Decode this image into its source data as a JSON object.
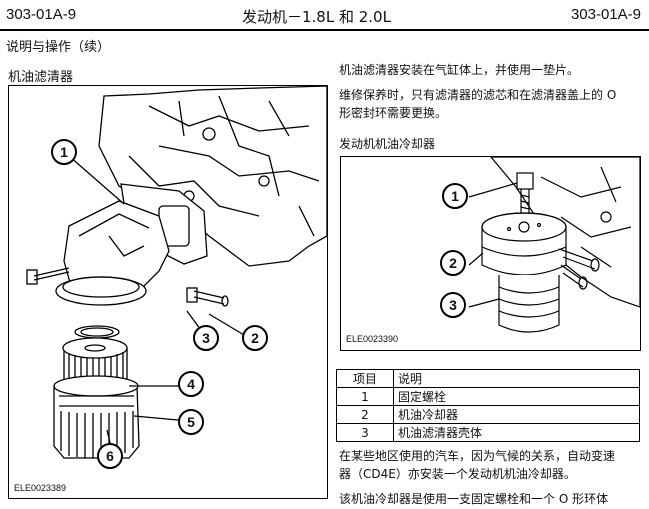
{
  "header": {
    "left_code": "303-01A-9",
    "center_title": "发动机－1.8L 和 2.0L",
    "right_code": "303-01A-9"
  },
  "section_title": "说明与操作（续）",
  "left_figure": {
    "heading": "机油滤清器",
    "image_id": "ELE0023389",
    "callouts": [
      "1",
      "2",
      "3",
      "4",
      "5",
      "6"
    ]
  },
  "right_text": {
    "para1": "机油滤清器安装在气缸体上，并使用一垫片。",
    "para2_line1": "维修保养时，只有滤清器的滤芯和在滤清器盖上的 O",
    "para2_line2": "形密封环需要更换。",
    "cooler_heading": "发动机机油冷却器"
  },
  "right_figure": {
    "image_id": "ELE0023390",
    "callouts": [
      "1",
      "2",
      "3"
    ]
  },
  "parts_table": {
    "headers": [
      "项目",
      "说明"
    ],
    "rows": [
      [
        "1",
        "固定螺栓"
      ],
      [
        "2",
        "机油冷却器"
      ],
      [
        "3",
        "机油滤清器壳体"
      ]
    ]
  },
  "bottom_text": {
    "line1": "在某些地区使用的汽车，因为气候的关系，自动变速",
    "line2": "器（CD4E）亦安装一个发动机机油冷却器。",
    "line3": "该机油冷却器是使用一支固定螺栓和一个 O 形环体"
  }
}
